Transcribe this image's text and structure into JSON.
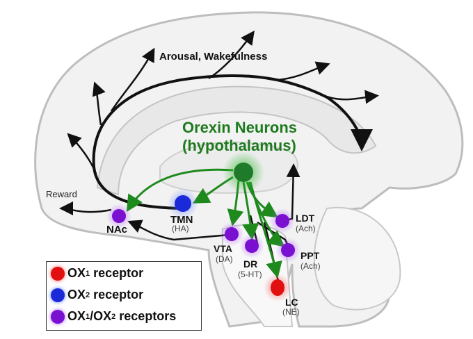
{
  "diagram": {
    "title_line1": "Orexin Neurons",
    "title_line2": "(hypothalamus)",
    "labels": {
      "arousal": "Arousal, Wakefulness",
      "reward": "Reward"
    },
    "nuclei": [
      {
        "id": "tmn",
        "name": "TMN",
        "transmitter": "(HA)",
        "receptor": "OX2"
      },
      {
        "id": "nac",
        "name": "NAc",
        "transmitter": "",
        "receptor": "OX1/OX2"
      },
      {
        "id": "vta",
        "name": "VTA",
        "transmitter": "(DA)",
        "receptor": "OX1/OX2"
      },
      {
        "id": "dr",
        "name": "DR",
        "transmitter": "(5-HT)",
        "receptor": "OX1/OX2"
      },
      {
        "id": "ldt",
        "name": "LDT",
        "transmitter": "(Ach)",
        "receptor": "OX1/OX2"
      },
      {
        "id": "ppt",
        "name": "PPT",
        "transmitter": "(Ach)",
        "receptor": "OX1/OX2"
      },
      {
        "id": "lc",
        "name": "LC",
        "transmitter": "(NE)",
        "receptor": "OX1"
      }
    ],
    "legend": [
      {
        "label": "OX",
        "sub": "1",
        "suffix": " receptor",
        "color": "#e01010"
      },
      {
        "label": "OX",
        "sub": "2",
        "suffix": " receptor",
        "color": "#1a2ad8"
      },
      {
        "label": "OX",
        "sub": "1",
        "mid": "/OX",
        "sub2": "2",
        "suffix": " receptors",
        "color": "#7a10d0"
      }
    ],
    "colors": {
      "orexin": "#1e7a1e",
      "ox1": "#e01010",
      "ox2": "#1a2ad8",
      "ox12": "#7a10d0"
    }
  }
}
